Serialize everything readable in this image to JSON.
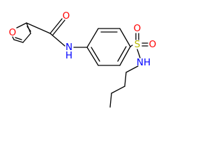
{
  "molecule": {
    "atoms": {
      "furan_o": "O",
      "carbonyl_o": "O",
      "amide_nh": "N",
      "amide_h": "H",
      "sulfur": "S",
      "sulfonyl_o_left": "O",
      "sulfonyl_o_right": "O",
      "sulfonamide_nh": "NH"
    },
    "colors": {
      "bond": "#000000",
      "oxygen": "#ff0000",
      "nitrogen": "#0000ff",
      "sulfur": "#b8b800"
    }
  }
}
